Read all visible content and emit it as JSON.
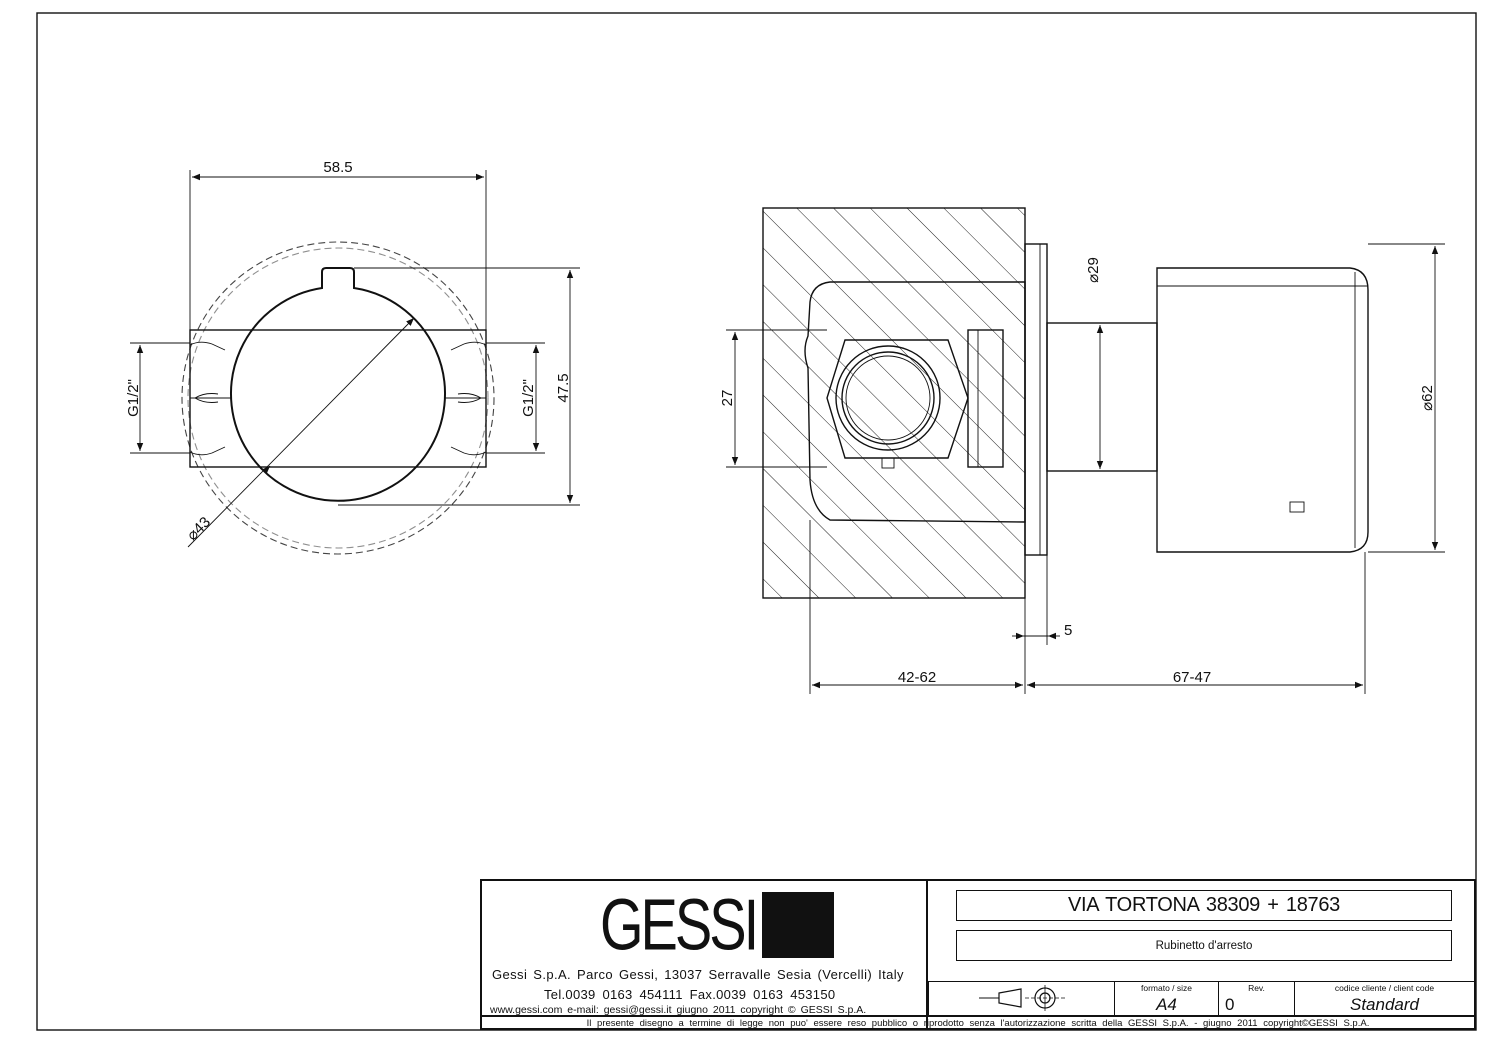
{
  "drawing": {
    "dims": {
      "width_top": "58.5",
      "g_left": "G1/2\"",
      "g_right": "G1/2\"",
      "height_right": "47.5",
      "dia_knob": "⌀43",
      "side_27": "27",
      "side_dia29": "⌀29",
      "side_dia62": "⌀62",
      "side_5": "5",
      "side_4262": "42-62",
      "side_6747": "67-47"
    }
  },
  "title_block": {
    "brand": "GESSI",
    "address": "Gessi S.p.A. Parco Gessi, 13037 Serravalle Sesia (Vercelli) Italy",
    "contacts": "Tel.0039 0163 454111 Fax.0039 0163 453150",
    "web_line": "www.gessi.com e-mail: gessi@gessi.it giugno 2011 copyright © GESSI S.p.A.",
    "product": "VIA TORTONA 38309 + 18763",
    "description": "Rubinetto d'arresto",
    "format_label": "formato / size",
    "format_value": "A4",
    "rev_label": "Rev.",
    "rev_value": "0",
    "client_label": "codice cliente / client code",
    "client_value": "Standard",
    "footer": "Il presente disegno a termine di legge non puo' essere reso pubblico o riprodotto senza l'autorizzazione scritta della GESSI S.p.A. - giugno 2011 copyright©GESSI S.p.A."
  }
}
